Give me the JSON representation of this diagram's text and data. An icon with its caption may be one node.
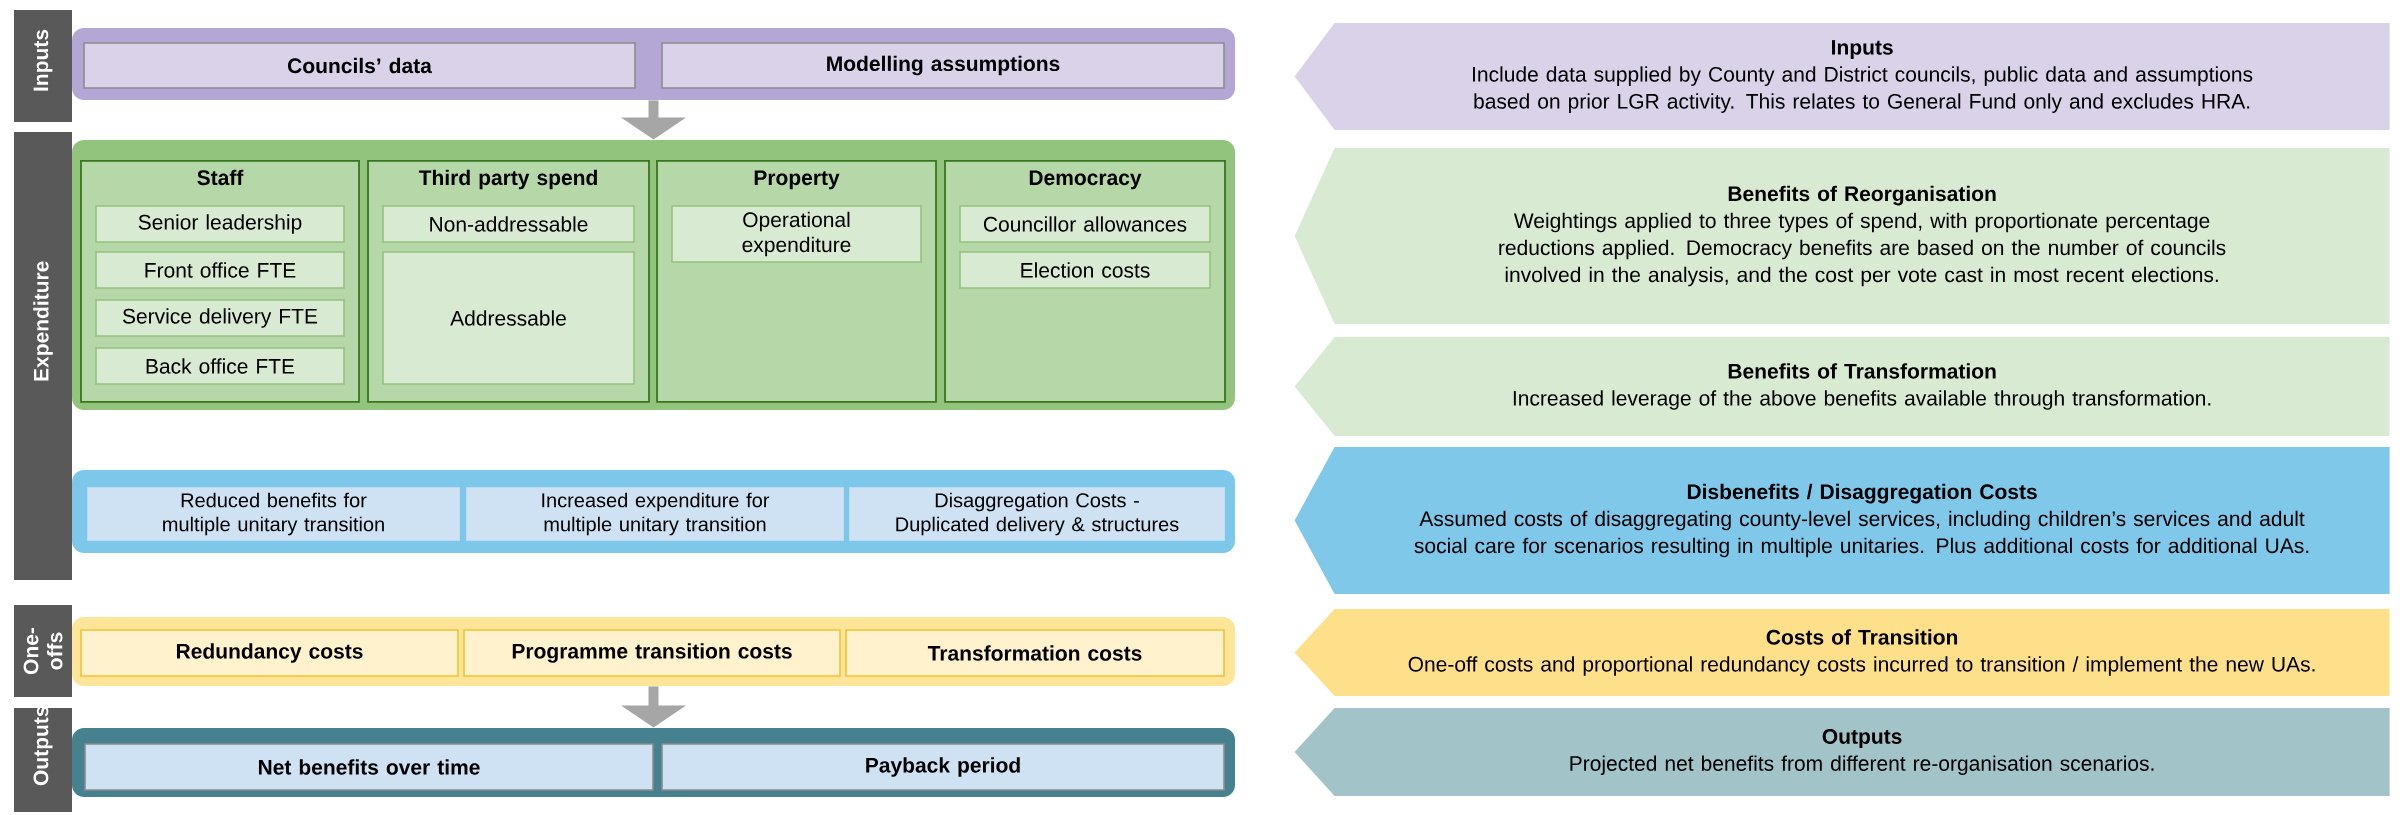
{
  "diagram": {
    "nodes": [
      {
        "text": [
          "Inputs"
        ]
      },
      {
        "text": [],
        "shape": "box"
      },
      {
        "text": [
          "Councils’ data"
        ],
        "in": 1
      },
      {
        "text": [
          "Modelling assumptions"
        ],
        "in": 1
      },
      {
        "text": [
          "Expenditure"
        ]
      },
      {
        "text": [],
        "shape": "box"
      },
      {
        "text": [
          "Staff"
        ],
        "in": 5
      },
      {
        "text": [
          "Senior leadership"
        ],
        "in": 6
      },
      {
        "text": [
          "Front office FTE"
        ],
        "in": 6
      },
      {
        "text": [
          "Service delivery FTE"
        ],
        "in": 6
      },
      {
        "text": [
          "Back office FTE"
        ],
        "in": 6
      },
      {
        "text": [
          "Third party spend"
        ],
        "in": 5
      },
      {
        "text": [
          "Non-addressable"
        ],
        "in": 11
      },
      {
        "text": [
          "Addressable"
        ],
        "in": 11
      },
      {
        "text": [
          "Property"
        ],
        "in": 5
      },
      {
        "text": [
          "Operational expenditure"
        ],
        "in": 14
      },
      {
        "text": [
          "Democracy"
        ],
        "in": 5
      },
      {
        "text": [
          "Councillor allowances"
        ],
        "in": 16
      },
      {
        "text": [
          "Election costs"
        ],
        "in": 16
      },
      {
        "text": [],
        "shape": "box"
      },
      {
        "text": [
          "Reduced benefits for multiple unitary transition"
        ],
        "in": 19
      },
      {
        "text": [
          "Increased expenditure for multiple unitary transition"
        ],
        "in": 19
      },
      {
        "text": [
          "Disaggregation Costs - Duplicated delivery & structures"
        ],
        "in": 19
      },
      {
        "text": [
          "One-offs"
        ]
      },
      {
        "text": [],
        "shape": "box"
      },
      {
        "text": [
          "Redundancy costs"
        ],
        "in": 24
      },
      {
        "text": [
          "Programme transition costs"
        ],
        "in": 24
      },
      {
        "text": [
          "Transformation costs"
        ],
        "in": 24
      },
      {
        "text": [
          "Outputs"
        ]
      },
      {
        "text": [],
        "shape": "box"
      },
      {
        "text": [
          "Net benefits over time"
        ],
        "in": 29
      },
      {
        "text": [
          "Payback period"
        ],
        "in": 29
      },
      {
        "text": [
          "Inputs",
          "Include data supplied by County and District councils, public data and assumptions based on prior LGR activity. This relates to General Fund only and excludes HRA."
        ]
      },
      {
        "text": [
          "Benefits of Reorganisation",
          "Weightings applied to three types of spend, with proportionate percentage reductions applied. Democracy benefits are based on the number of councils involved in the analysis, and the cost per vote cast in most recent elections."
        ]
      },
      {
        "text": [
          "Benefits of Transformation",
          "Increased leverage of the above benefits available through transformation."
        ]
      },
      {
        "text": [
          "Disbenefits / Disaggregation Costs",
          "Assumed costs of disaggregating county-level services, including children’s services and adult social care for scenarios resulting in multiple unitaries. Plus additional costs for additional UAs."
        ]
      },
      {
        "text": [
          "Costs of Transition",
          "One-off costs and proportional redundancy costs incurred to transition / implement the new UAs."
        ]
      },
      {
        "text": [
          "Outputs",
          "Projected net benefits from different re-organisation scenarios."
        ]
      }
    ],
    "edges": [
      {
        "from": 1,
        "to": 5,
        "arrow": "to"
      },
      {
        "from": 24,
        "to": 29,
        "arrow": "to"
      }
    ]
  }
}
